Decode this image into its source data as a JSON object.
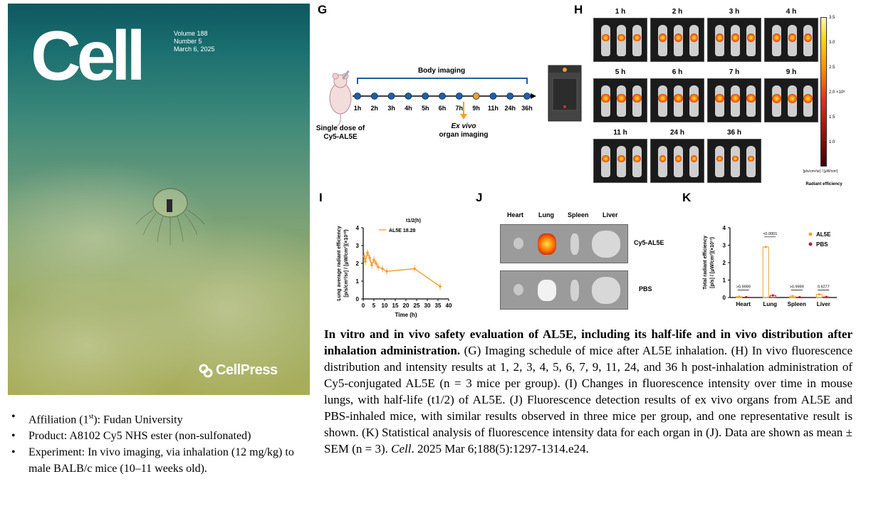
{
  "cover": {
    "logo": "Cell",
    "volume": "Volume 188",
    "number": "Number 5",
    "date": "March 6, 2025",
    "brand": "CellPress"
  },
  "bullets": {
    "affiliation_prefix": "Affiliation  (1",
    "affiliation_sup": "st",
    "affiliation_suffix": "): Fudan University",
    "product": "Product: A8102 Cy5 NHS ester (non-sulfonated)",
    "experiment": "Experiment:  In vivo imaging, via inhalation  (12 mg/kg) to male BALB/c mice (10–11 weeks old)."
  },
  "panelG": {
    "letter": "G",
    "title": "Body imaging",
    "timepoints": [
      "1h",
      "2h",
      "3h",
      "4h",
      "5h",
      "6h",
      "7h",
      "9h",
      "11h",
      "24h",
      "36h"
    ],
    "dose_label_1": "Single dose of",
    "dose_label_2": "Cy5-AL5E",
    "exvivo_1": "Ex vivo",
    "exvivo_2": "organ imaging"
  },
  "panelH": {
    "letter": "H",
    "times": [
      "1 h",
      "2 h",
      "3 h",
      "4 h",
      "5 h",
      "6 h",
      "7 h",
      "9 h",
      "11 h",
      "24 h",
      "36 h"
    ],
    "colorbar_ticks": [
      "3.5",
      "3.0",
      "2.5",
      "2.0 ×10⁸",
      "1.5",
      "1.0"
    ],
    "colorbar_units": "[p/s/cm²/sr] / [μW/cm²]",
    "colorbar_title": "Radiant efficiency"
  },
  "panelI": {
    "letter": "I",
    "legend_title": "t1/2(h)",
    "legend_entry": "AL5E  18.28",
    "ylabel_1": "Lung average radiant efficiency",
    "ylabel_2": "[p/s/cm²/sr] / [μW/cm²](×10¹⁰)",
    "xlabel": "Time (h)",
    "xticks": [
      "0",
      "5",
      "10",
      "15",
      "20",
      "25",
      "30",
      "35",
      "40"
    ],
    "yticks": [
      "0",
      "1",
      "2",
      "3",
      "4"
    ]
  },
  "panelJ": {
    "letter": "J",
    "organs": [
      "Heart",
      "Lung",
      "Spleen",
      "Liver"
    ],
    "row1": "Cy5-AL5E",
    "row2": "PBS"
  },
  "panelK": {
    "letter": "K",
    "ylabel_1": "Total radiant efficiency",
    "ylabel_2": "[p/s] / [μW/cm²](×10¹¹)",
    "yticks": [
      "0",
      "1",
      "2",
      "3",
      "4"
    ],
    "categories": [
      "Heart",
      "Lung",
      "Spleen",
      "Liver"
    ],
    "pvalues": [
      ">0.9999",
      "<0.0001",
      ">0.9999",
      "0.9277"
    ],
    "legend": [
      "AL5E",
      "PBS"
    ]
  },
  "caption": {
    "bold": "In vitro and in vivo safety evaluation of AL5E, including  its half-life  and  in vivo distribution  after inhalation  administration.",
    "body": " (G) Imaging schedule of mice after AL5E inhalation. (H) In vivo fluorescence distribution and intensity results at 1, 2, 3, 4, 5, 6, 7, 9, 11, 24, and 36 h post-inhalation administration of Cy5-conjugated AL5E (n = 3 mice per group). (I) Changes in fluorescence intensity  over time in mouse lungs, with half-life (t1/2) of AL5E. (J) Fluorescence detection results of ex vivo organs from AL5E and PBS-inhaled  mice, with similar results observed in three mice per group, and one representative  result is shown. (K) Statistical analysis of fluorescence intensity data for each organ in (J). Data are shown as mean  ± SEM (n = 3). ",
    "journal": "Cell",
    "citation": ". 2025 Mar 6;188(5):1297-1314.e24."
  },
  "colors": {
    "orange": "#f2a02d",
    "red": "#b3202a",
    "blue": "#1f5fa6",
    "navy": "#1c4a8c"
  },
  "chart_data": [
    {
      "type": "line",
      "panel": "I",
      "series": [
        {
          "name": "AL5E",
          "x": [
            0.5,
            1,
            2,
            3,
            4,
            5,
            6,
            7,
            9,
            11,
            24,
            36
          ],
          "y": [
            2.4,
            2.1,
            2.6,
            2.3,
            1.9,
            2.2,
            2.0,
            1.8,
            1.7,
            1.55,
            1.7,
            0.7
          ]
        }
      ],
      "xlim": [
        0,
        40
      ],
      "ylim": [
        0,
        4
      ],
      "xlabel": "Time (h)",
      "ylabel": "Lung average radiant efficiency [p/s/cm²/sr] / [μW/cm²](×10¹⁰)"
    },
    {
      "type": "bar",
      "panel": "K",
      "categories": [
        "Heart",
        "Lung",
        "Spleen",
        "Liver"
      ],
      "series": [
        {
          "name": "AL5E",
          "values": [
            0.05,
            2.9,
            0.08,
            0.18
          ]
        },
        {
          "name": "PBS",
          "values": [
            0.02,
            0.12,
            0.02,
            0.03
          ]
        }
      ],
      "ylim": [
        0,
        4
      ],
      "ylabel": "Total radiant efficiency [p/s] / [μW/cm²](×10¹¹)"
    }
  ]
}
